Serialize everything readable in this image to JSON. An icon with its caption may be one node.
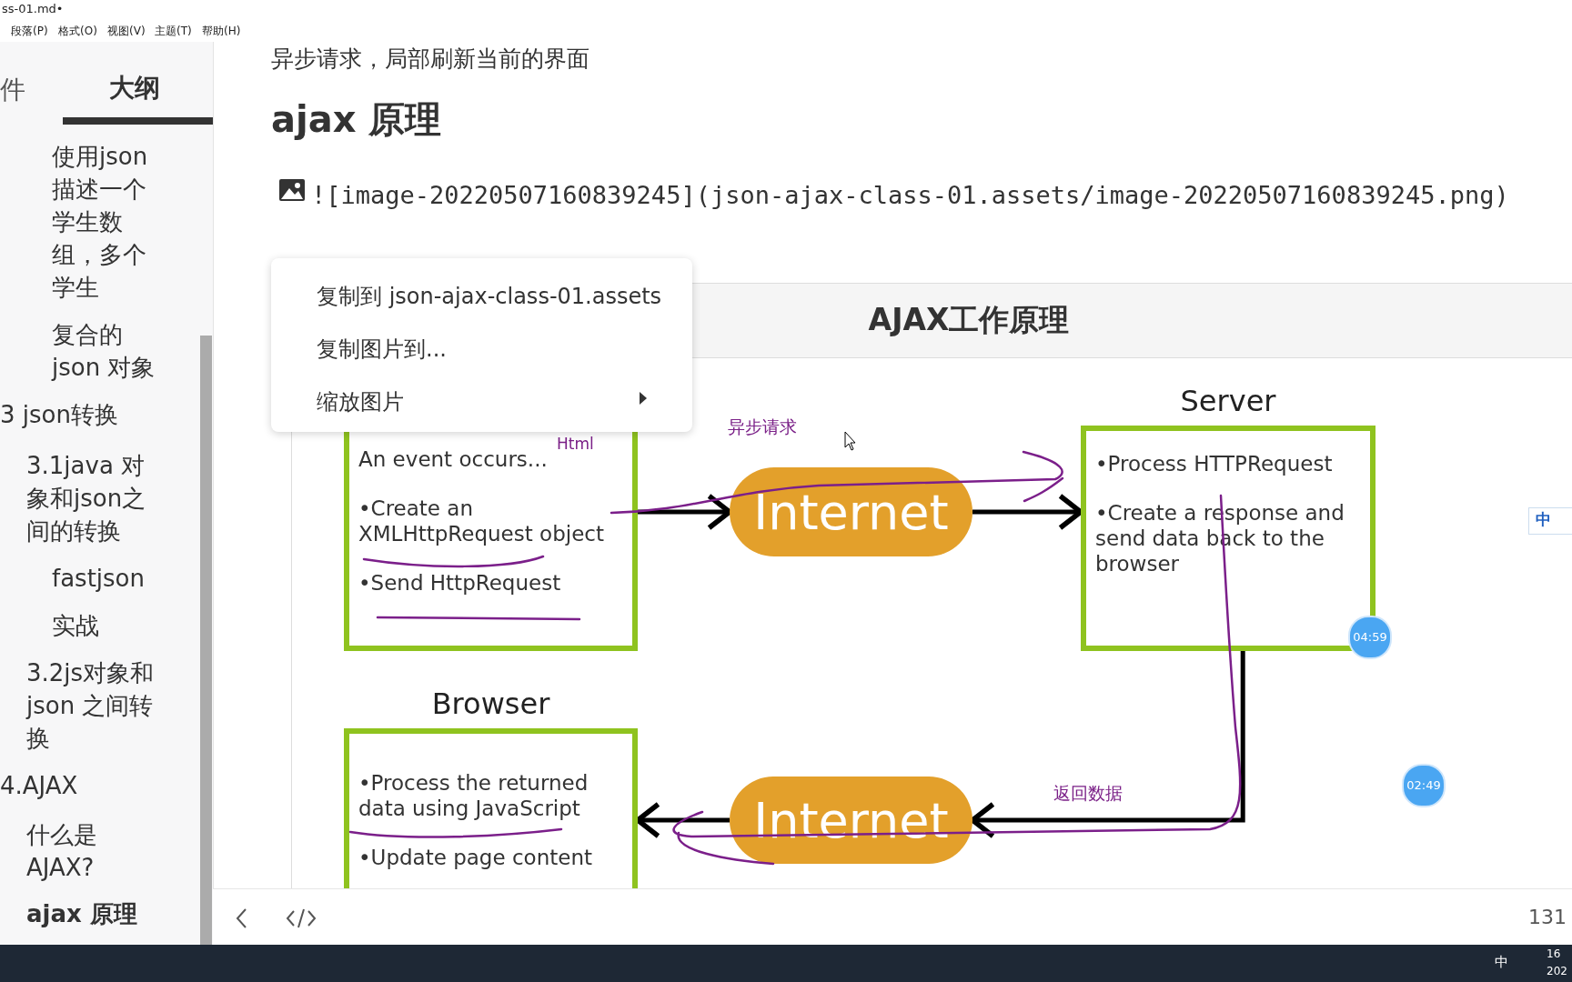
{
  "diagram": {
    "title": "AJAX工作原理",
    "nodes": [
      {
        "text": [
          "An event occurs...",
          "•Create an XMLHttpRequest object",
          "•Send HttpRequest"
        ]
      },
      {
        "text": [
          "Internet"
        ]
      },
      {
        "text": [
          "Server",
          "•Process HTTPRequest",
          "•Create a response and send data back to the browser"
        ]
      },
      {
        "text": [
          "Browser",
          "•Process the returned data using JavaScript",
          "•Update page content"
        ]
      },
      {
        "text": [
          "Internet"
        ]
      }
    ],
    "edges": [
      {
        "from": 0,
        "to": 1,
        "arrow": "to"
      },
      {
        "from": 1,
        "to": 2,
        "arrow": "to"
      },
      {
        "from": 2,
        "to": 4,
        "arrow": "to",
        "label": "返回数据"
      },
      {
        "from": 4,
        "to": 3,
        "arrow": "to"
      }
    ],
    "labels": [
      "ss-01.md•",
      "段落(P)",
      "格式(O)",
      "视图(V)",
      "主题(T)",
      "帮助(H)",
      "件",
      "大纲",
      "使用json描述一个学生数组，多个学生",
      "复合的json 对象",
      "3 json转换",
      "3.1java 对象和json之间的转换",
      "fastjson",
      "实战",
      "3.2js对象和json 之间转换",
      "4.AJAX",
      "什么是AJAX?",
      "ajax 原理",
      "异步请求，局部刷新当前的界面",
      "ajax 原理",
      "![image-20220507160839245](json-ajax-class-01.assets/image-20220507160839245.png)",
      "复制到 json-ajax-class-01.assets",
      "复制图片到...",
      "缩放图片",
      "Html",
      "异步请求",
      "中",
      "04:59",
      "02:49",
      "131",
      "中",
      "16",
      "202"
    ]
  }
}
